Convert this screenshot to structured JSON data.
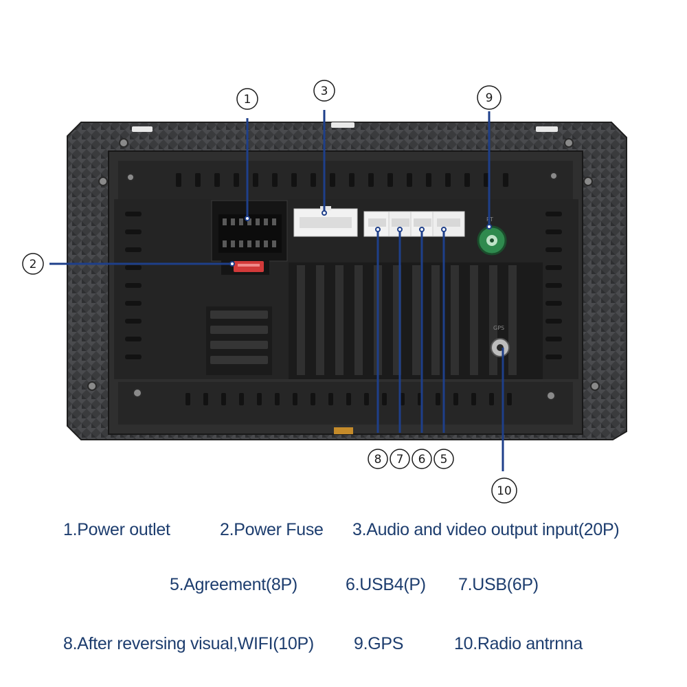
{
  "callouts": [
    {
      "id": "1",
      "label": "1"
    },
    {
      "id": "2",
      "label": "2"
    },
    {
      "id": "3",
      "label": "3"
    },
    {
      "id": "5",
      "label": "5"
    },
    {
      "id": "6",
      "label": "6"
    },
    {
      "id": "7",
      "label": "7"
    },
    {
      "id": "8",
      "label": "8"
    },
    {
      "id": "9",
      "label": "9"
    },
    {
      "id": "10",
      "label": "10"
    }
  ],
  "unit_marks": {
    "rt": "RT",
    "gps": "GPS"
  },
  "legend": {
    "item1": "1.Power outlet",
    "item2": "2.Power Fuse",
    "item3": "3.Audio and video output input(20P)",
    "item5": "5.Agreement(8P)",
    "item6": "6.USB4(P)",
    "item7": "7.USB(6P)",
    "item8": "8.After reversing visual,WIFI(10P)",
    "item9": "9.GPS",
    "item10": "10.Radio antrnna"
  },
  "colors": {
    "legend_text": "#1d3d6e",
    "leader_line": "#1e3f8a",
    "housing": "#2b2b2b",
    "fuse": "#d23a3a",
    "gps_connector": "#2f8a4e"
  }
}
